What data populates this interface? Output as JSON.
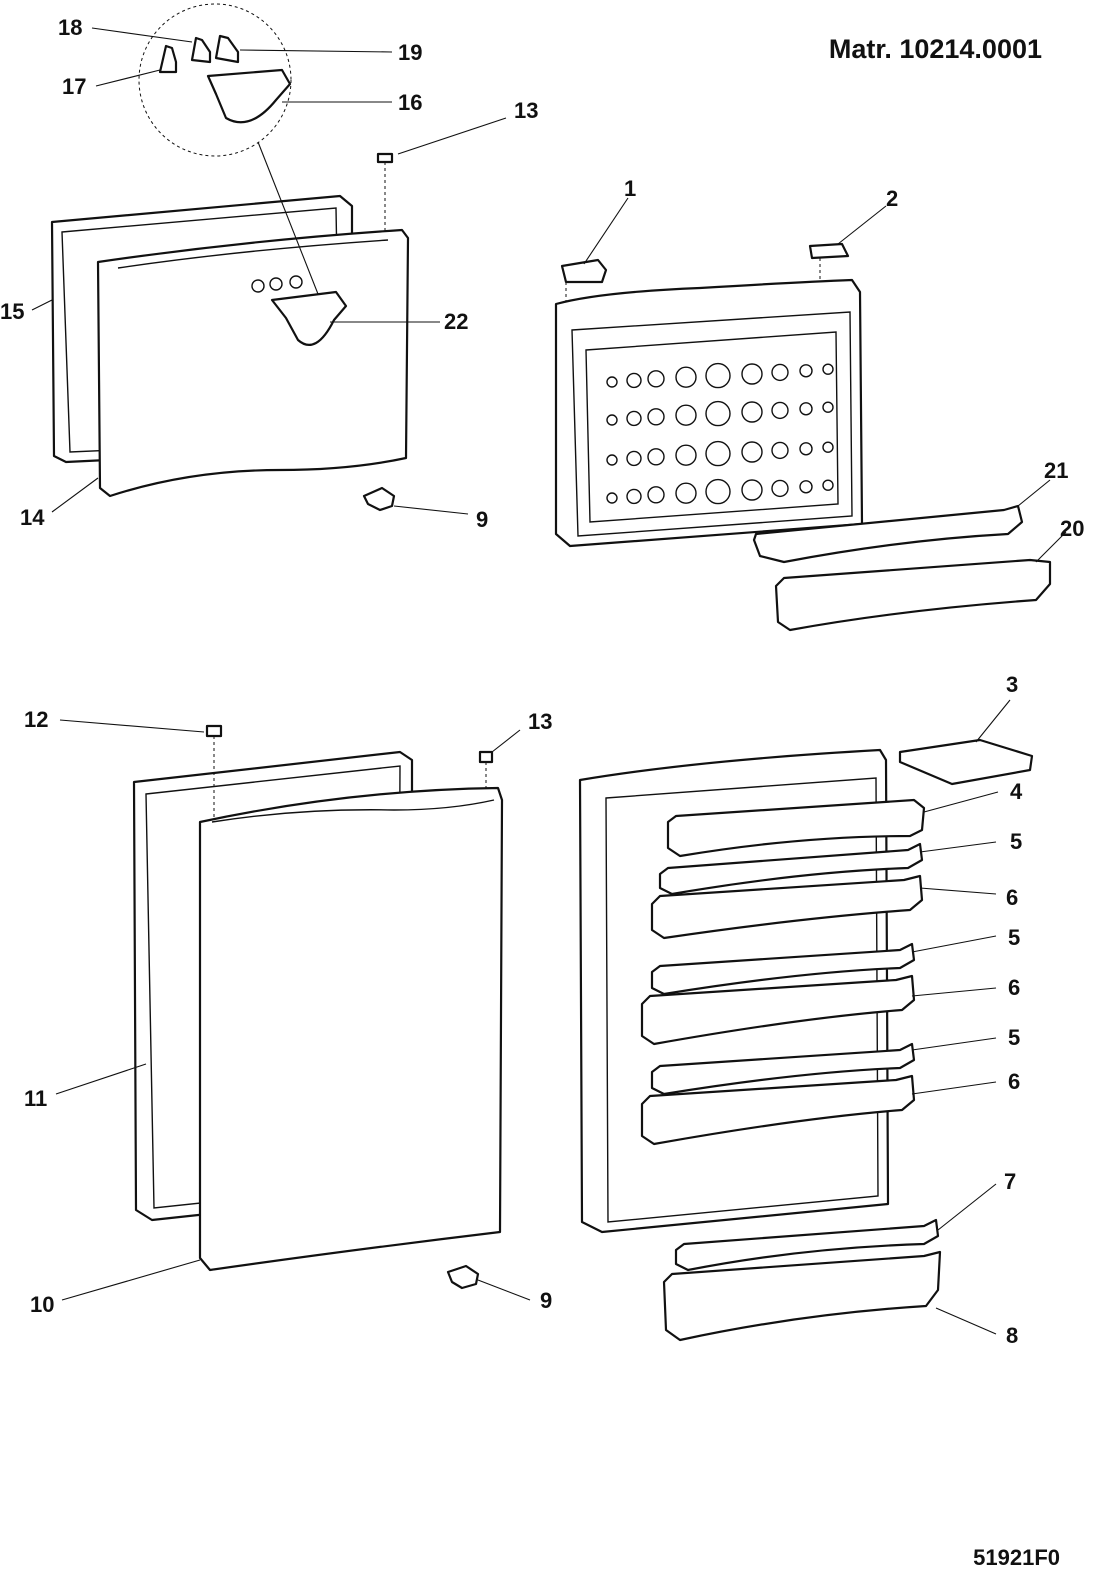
{
  "diagram": {
    "material_number": "Matr. 10214.0001",
    "drawing_code": "51921F0",
    "callouts": {
      "c1": "1",
      "c2": "2",
      "c3": "3",
      "c4": "4",
      "c5a": "5",
      "c5b": "5",
      "c5c": "5",
      "c6a": "6",
      "c6b": "6",
      "c6c": "6",
      "c7": "7",
      "c8": "8",
      "c9a": "9",
      "c9b": "9",
      "c10": "10",
      "c11": "11",
      "c12": "12",
      "c13a": "13",
      "c13b": "13",
      "c14": "14",
      "c15": "15",
      "c16": "16",
      "c17": "17",
      "c18": "18",
      "c19": "19",
      "c20": "20",
      "c21": "21",
      "c22": "22"
    },
    "colors": {
      "line": "#111111",
      "background": "#ffffff"
    }
  }
}
